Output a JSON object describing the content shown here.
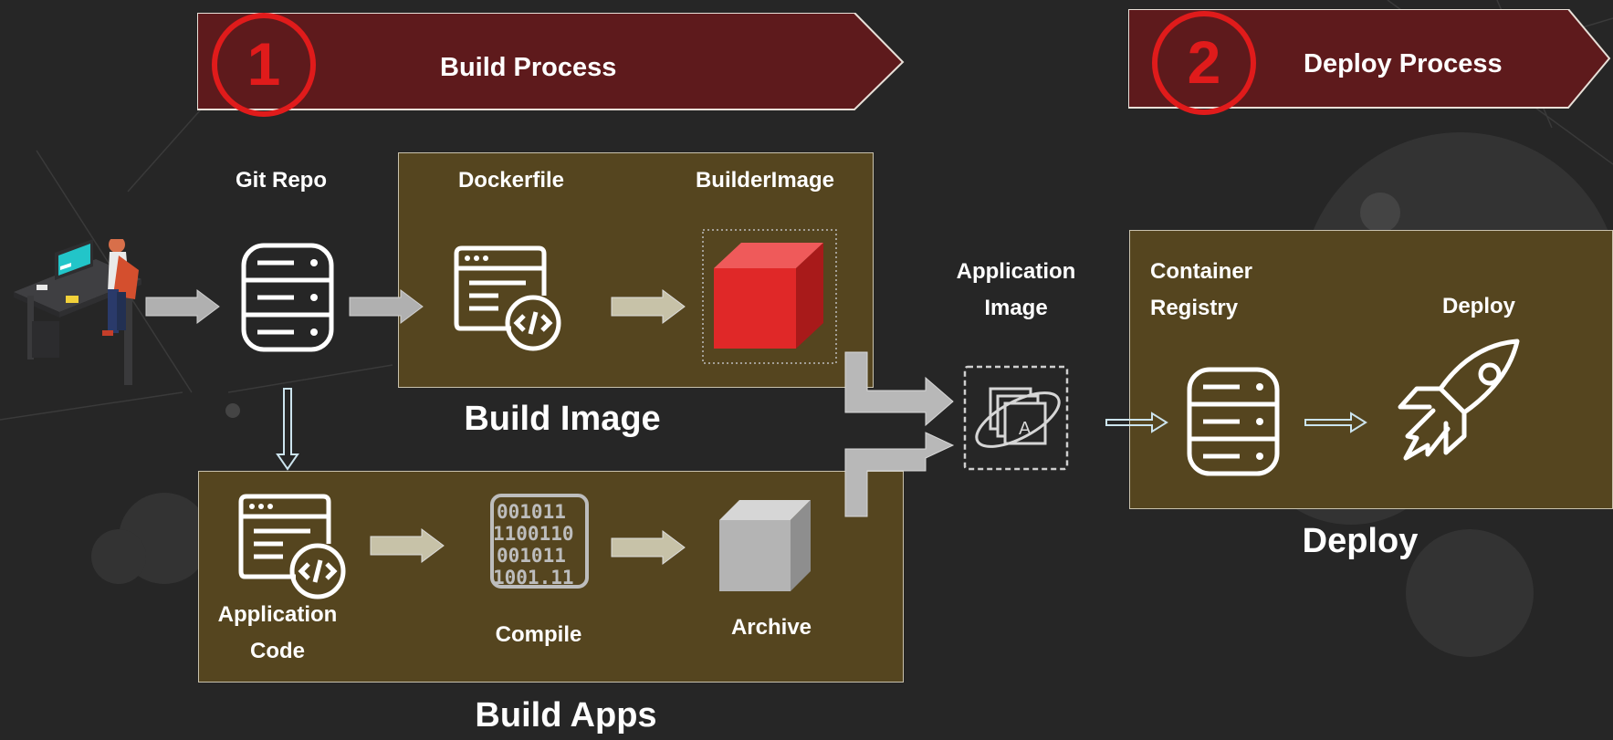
{
  "stages": [
    {
      "number": "1",
      "title": "Build Process"
    },
    {
      "number": "2",
      "title": "Deploy Process"
    }
  ],
  "nodes": {
    "git_repo": "Git Repo",
    "dockerfile": "Dockerfile",
    "builder_image": "BuilderImage",
    "application_code": "Application Code",
    "compile": "Compile",
    "archive": "Archive",
    "application_image": "Application Image",
    "container_registry": "Container Registry",
    "deploy": "Deploy"
  },
  "groups": {
    "build_image": "Build Image",
    "build_apps": "Build Apps",
    "deploy": "Deploy"
  },
  "binary_text": [
    "001011",
    "1100110",
    "001011",
    "1001.11"
  ],
  "app_image_glyph": "A",
  "colors": {
    "background": "#262626",
    "banner": "#5e1a1c",
    "panel": "#55451f",
    "stage_circle": "#e01b1b",
    "builder_cube": "#e02828"
  },
  "icons": [
    "developer-desk-icon",
    "database-icon",
    "code-document-icon",
    "red-cube-icon",
    "binary-chip-icon",
    "gray-cube-icon",
    "application-image-icon",
    "rocket-icon"
  ]
}
